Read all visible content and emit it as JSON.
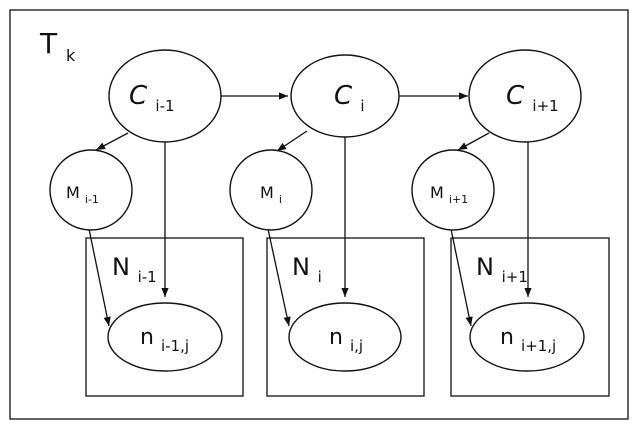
{
  "frame_label": {
    "main": "T",
    "sub": "k"
  },
  "groups": [
    {
      "class_node": {
        "main": "C",
        "sub": "i-1"
      },
      "model_node": {
        "main": "M",
        "sub": "i-1"
      },
      "plate_label": {
        "main": "N",
        "sub": "i-1"
      },
      "instance_node": {
        "main": "n",
        "sub": "i-1,j"
      }
    },
    {
      "class_node": {
        "main": "C",
        "sub": "i"
      },
      "model_node": {
        "main": "M",
        "sub": "i"
      },
      "plate_label": {
        "main": "N",
        "sub": "i"
      },
      "instance_node": {
        "main": "n",
        "sub": "i,j"
      }
    },
    {
      "class_node": {
        "main": "C",
        "sub": "i+1"
      },
      "model_node": {
        "main": "M",
        "sub": "i+1"
      },
      "plate_label": {
        "main": "N",
        "sub": "i+1"
      },
      "instance_node": {
        "main": "n",
        "sub": "i+1,j"
      }
    }
  ]
}
